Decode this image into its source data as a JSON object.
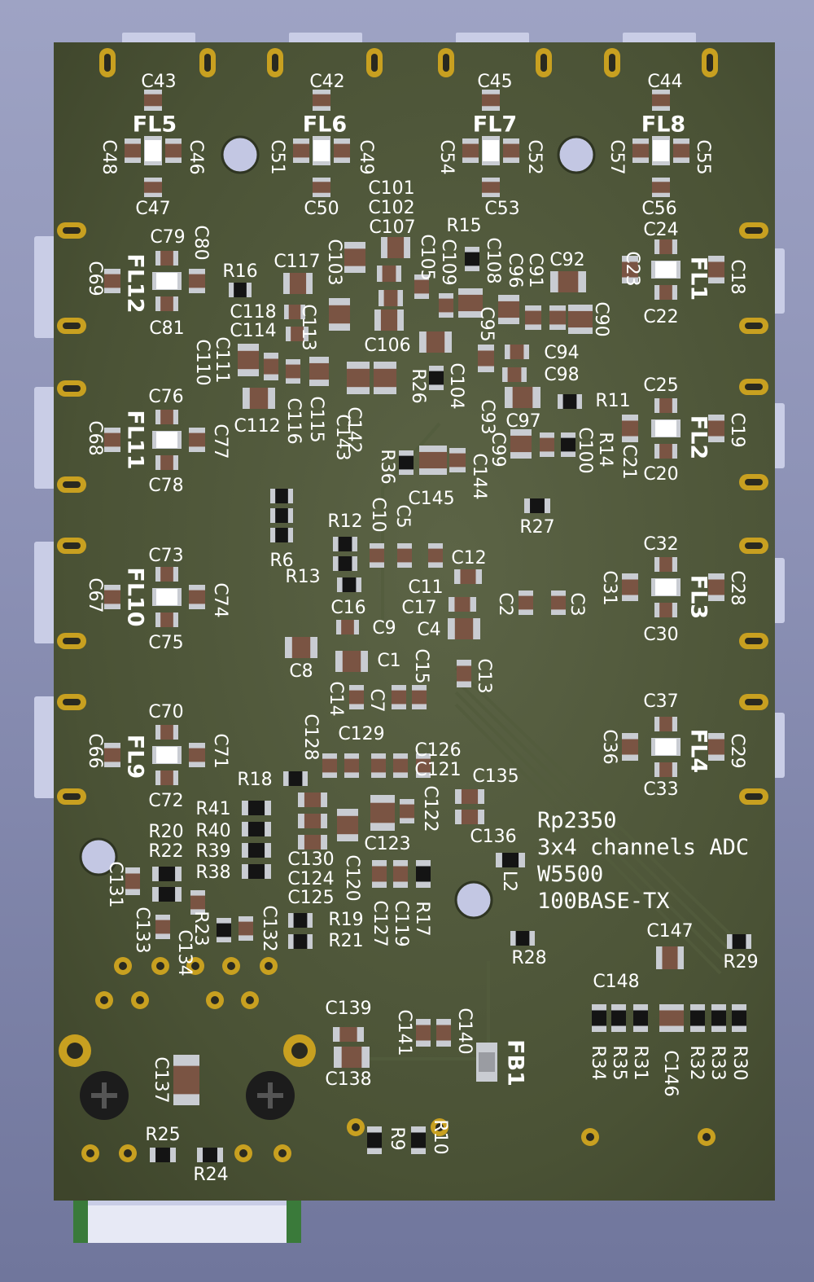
{
  "board": {
    "notes": [
      "Rp2350",
      "3x4 channels ADC",
      "W5500",
      "100BASE-TX"
    ],
    "colors": {
      "background": "#9196b8",
      "soldermask": "#4b5436",
      "copper_pad": "#c9ccd2",
      "ring_gold": "#c8a020",
      "component_body": "#7a5443",
      "ic_body": "#141414",
      "silkscreen": "#ffffff"
    },
    "filters": [
      "FL1",
      "FL2",
      "FL3",
      "FL4",
      "FL5",
      "FL6",
      "FL7",
      "FL8",
      "FL9",
      "FL10",
      "FL11",
      "FL12",
      "FB1"
    ],
    "references": [
      "C43",
      "C42",
      "C45",
      "C44",
      "C48",
      "C46",
      "C51",
      "C49",
      "C54",
      "C52",
      "C57",
      "C55",
      "C47",
      "C50",
      "C53",
      "C56",
      "C101",
      "C102",
      "C107",
      "C103",
      "C105",
      "C109",
      "R15",
      "C108",
      "C96",
      "C91",
      "C92",
      "C24",
      "C79",
      "C80",
      "C69",
      "R16",
      "C117",
      "C23",
      "C18",
      "C118",
      "C114",
      "C113",
      "C95",
      "C90",
      "C81",
      "C22",
      "C111",
      "C110",
      "C106",
      "C94",
      "C98",
      "C76",
      "R26",
      "C104",
      "R11",
      "C25",
      "C68",
      "C77",
      "C112",
      "C116",
      "C115",
      "C142",
      "C143",
      "C97",
      "C93",
      "C99",
      "R14",
      "C100",
      "C21",
      "C19",
      "C78",
      "R36",
      "C144",
      "C20",
      "C145",
      "R27",
      "R12",
      "C10",
      "C5",
      "R6",
      "C73",
      "C32",
      "C12",
      "R13",
      "C67",
      "C74",
      "C11",
      "C31",
      "C28",
      "C2",
      "C3",
      "C16",
      "C17",
      "C4",
      "C9",
      "C75",
      "C30",
      "C8",
      "C1",
      "C15",
      "C13",
      "C14",
      "C7",
      "C70",
      "C37",
      "C128",
      "C129",
      "C126",
      "C121",
      "C66",
      "C71",
      "C36",
      "C29",
      "C135",
      "R18",
      "C72",
      "C33",
      "C122",
      "R41",
      "R20",
      "R40",
      "C136",
      "R22",
      "R39",
      "C130",
      "C120",
      "C123",
      "L2",
      "C131",
      "R38",
      "C124",
      "C125",
      "C133",
      "C127",
      "C119",
      "R17",
      "C134",
      "R23",
      "C132",
      "R19",
      "R21",
      "C147",
      "R28",
      "R29",
      "C148",
      "C139",
      "C141",
      "C140",
      "C137",
      "C138",
      "R34",
      "R35",
      "R31",
      "C146",
      "R32",
      "R33",
      "R30",
      "R25",
      "R24",
      "R9",
      "R10"
    ]
  }
}
